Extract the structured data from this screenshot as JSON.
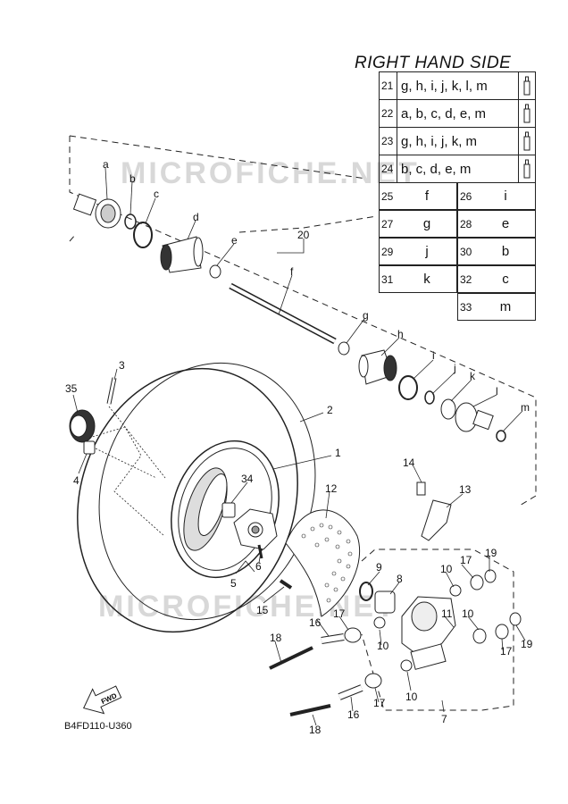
{
  "title": "RIGHT HAND SIDE",
  "footer_code": "B4FD110-U360",
  "fwd_label": "FWD",
  "watermark": "MICROFICHE.NET",
  "kit_rows": [
    {
      "num": "21",
      "parts": "g, h, i, j, k, l, m"
    },
    {
      "num": "22",
      "parts": "a, b, c, d, e, m"
    },
    {
      "num": "23",
      "parts": "g, h, i, j, k, m"
    },
    {
      "num": "24",
      "parts": "b, c, d, e, m"
    }
  ],
  "kit_pairs": [
    [
      {
        "num": "25",
        "val": "f"
      },
      {
        "num": "26",
        "val": "i"
      }
    ],
    [
      {
        "num": "27",
        "val": "g"
      },
      {
        "num": "28",
        "val": "e"
      }
    ],
    [
      {
        "num": "29",
        "val": "j"
      },
      {
        "num": "30",
        "val": "b"
      }
    ],
    [
      {
        "num": "31",
        "val": "k"
      },
      {
        "num": "32",
        "val": "c"
      }
    ],
    [
      {
        "num": "",
        "val": ""
      },
      {
        "num": "33",
        "val": "m"
      }
    ]
  ],
  "labels": {
    "l1": "1",
    "l2": "2",
    "l3": "3",
    "l4": "4",
    "l5": "5",
    "l6": "6",
    "l7": "7",
    "l8": "8",
    "l9": "9",
    "l10a": "10",
    "l10b": "10",
    "l10c": "10",
    "l10d": "10",
    "l11": "11",
    "l12": "12",
    "l13": "13",
    "l14": "14",
    "l15": "15",
    "l16a": "16",
    "l16b": "16",
    "l17a": "17",
    "l17b": "17",
    "l17c": "17",
    "l17d": "17",
    "l18a": "18",
    "l18b": "18",
    "l19a": "19",
    "l19b": "19",
    "l20": "20",
    "l34": "34",
    "l35": "35",
    "la": "a",
    "lb": "b",
    "lc": "c",
    "ld": "d",
    "le": "e",
    "lf": "f",
    "lg": "g",
    "lh": "h",
    "li": "i",
    "lj": "j",
    "lk": "k",
    "ll": "l",
    "lm": "m"
  }
}
